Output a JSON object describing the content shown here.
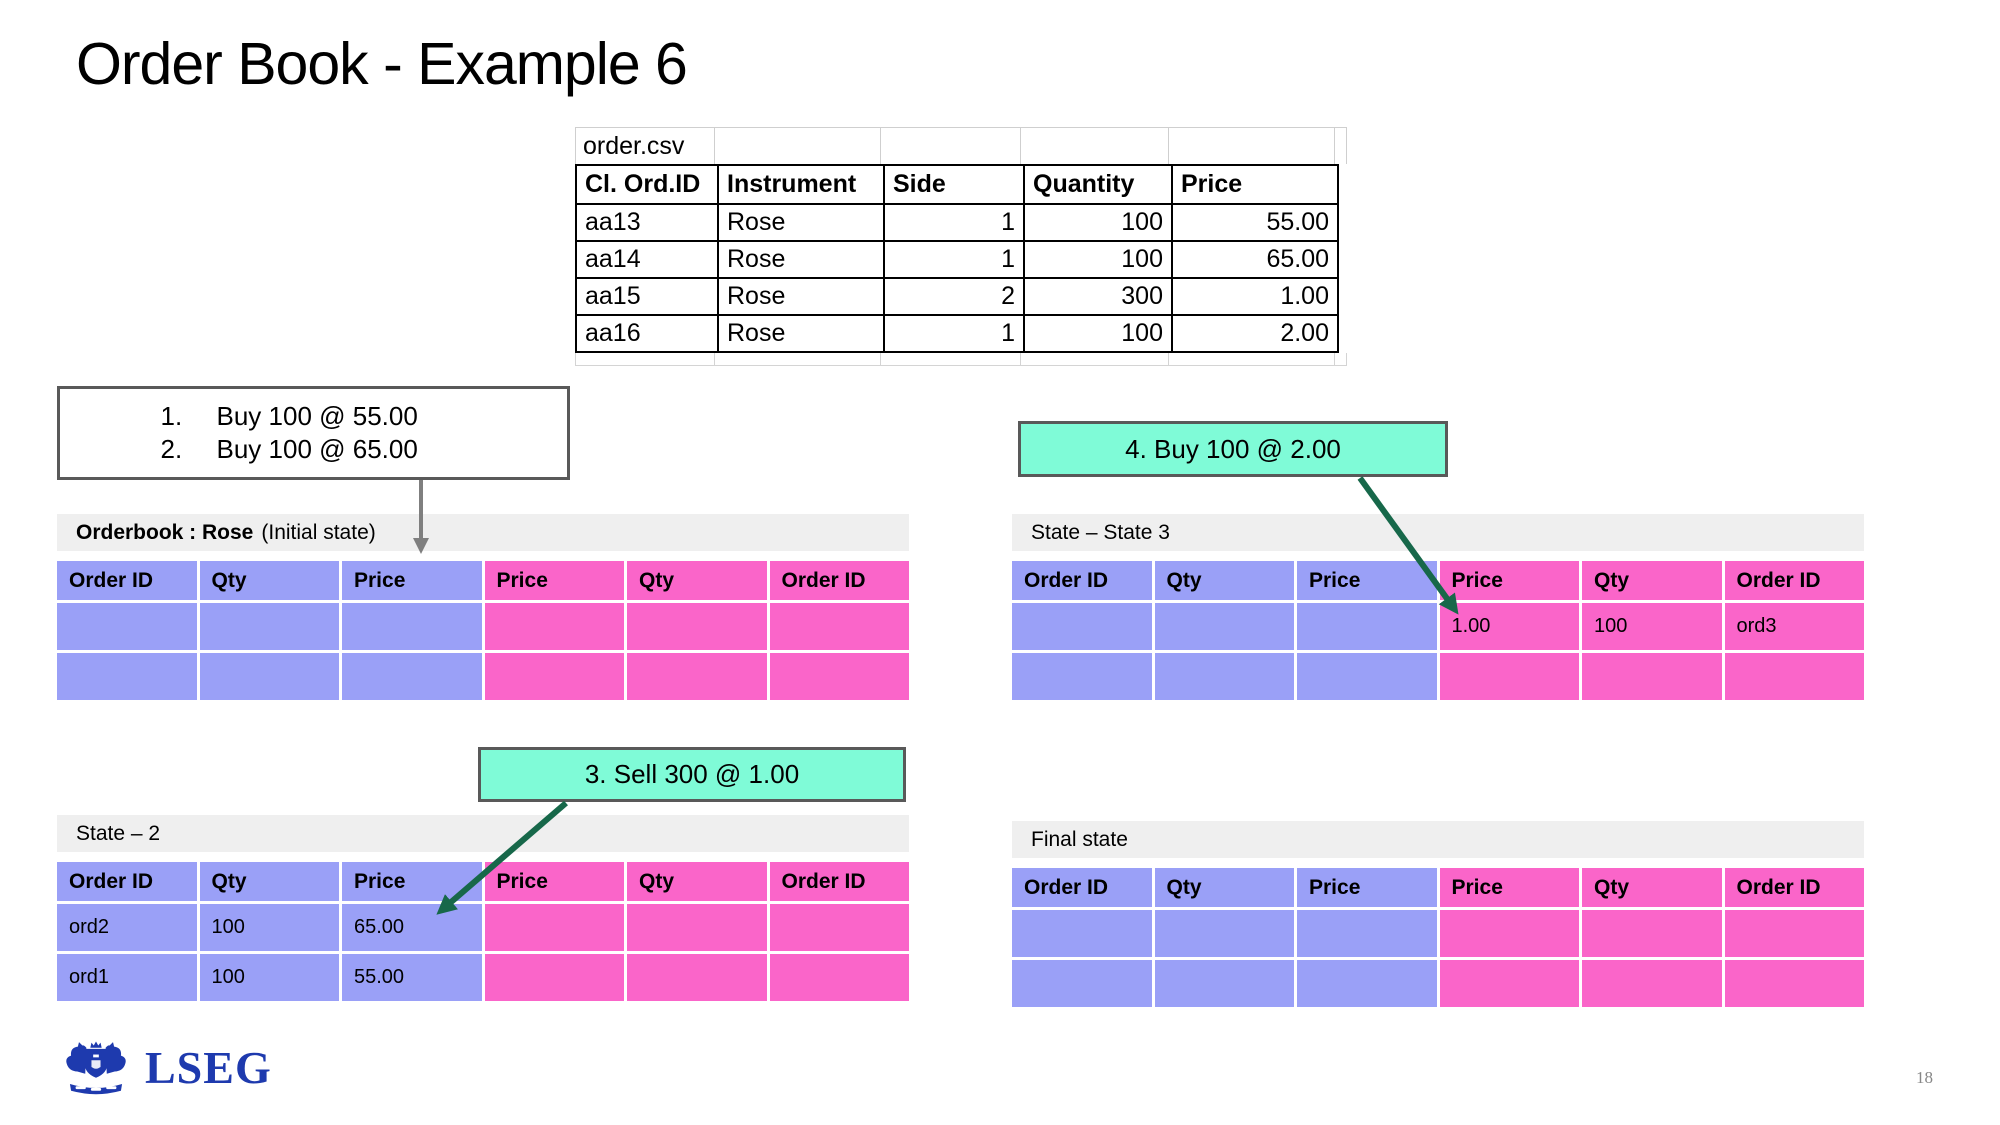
{
  "slide": {
    "title": "Order Book - Example 6",
    "page_number": "18"
  },
  "logo": {
    "text": "LSEG"
  },
  "csv_table": {
    "file_label": "order.csv",
    "headers": [
      "Cl. Ord.ID",
      "Instrument",
      "Side",
      "Quantity",
      "Price"
    ],
    "rows": [
      [
        "aa13",
        "Rose",
        "1",
        "100",
        "55.00"
      ],
      [
        "aa14",
        "Rose",
        "1",
        "100",
        "65.00"
      ],
      [
        "aa15",
        "Rose",
        "2",
        "300",
        "1.00"
      ],
      [
        "aa16",
        "Rose",
        "1",
        "100",
        "2.00"
      ]
    ]
  },
  "callouts": {
    "list_box": {
      "lines": [
        {
          "num": "1.",
          "text": "Buy 100 @ 55.00"
        },
        {
          "num": "2.",
          "text": "Buy 100 @ 65.00"
        }
      ]
    },
    "buy4_label": "4. Buy 100 @ 2.00",
    "sell3_label": "3. Sell 300 @ 1.00"
  },
  "orderbooks": {
    "column_headers": [
      "Order ID",
      "Qty",
      "Price",
      "Price",
      "Qty",
      "Order ID"
    ],
    "initial": {
      "label_bold": "Orderbook  : Rose",
      "label_normal": "(Initial state)",
      "rows": [
        [
          "",
          "",
          "",
          "",
          "",
          ""
        ],
        [
          "",
          "",
          "",
          "",
          "",
          ""
        ]
      ]
    },
    "state3": {
      "label": "State – State 3",
      "rows": [
        [
          "",
          "",
          "",
          "1.00",
          "100",
          "ord3"
        ],
        [
          "",
          "",
          "",
          "",
          "",
          ""
        ]
      ]
    },
    "state2": {
      "label": "State – 2",
      "rows": [
        [
          "ord2",
          "100",
          "65.00",
          "",
          "",
          ""
        ],
        [
          "ord1",
          "100",
          "55.00",
          "",
          "",
          ""
        ]
      ]
    },
    "final": {
      "label": "Final state",
      "rows": [
        [
          "",
          "",
          "",
          "",
          "",
          ""
        ],
        [
          "",
          "",
          "",
          "",
          "",
          ""
        ]
      ]
    }
  },
  "colors": {
    "buy_side": "#9aa0f7",
    "sell_side": "#fa65c9",
    "callout_mint": "#7ffbd7",
    "band_gray": "#efefef",
    "arrow_green": "#17684a",
    "arrow_gray": "#7f7f7f",
    "border_gray": "#595959",
    "logo_blue": "#1e3aae"
  }
}
